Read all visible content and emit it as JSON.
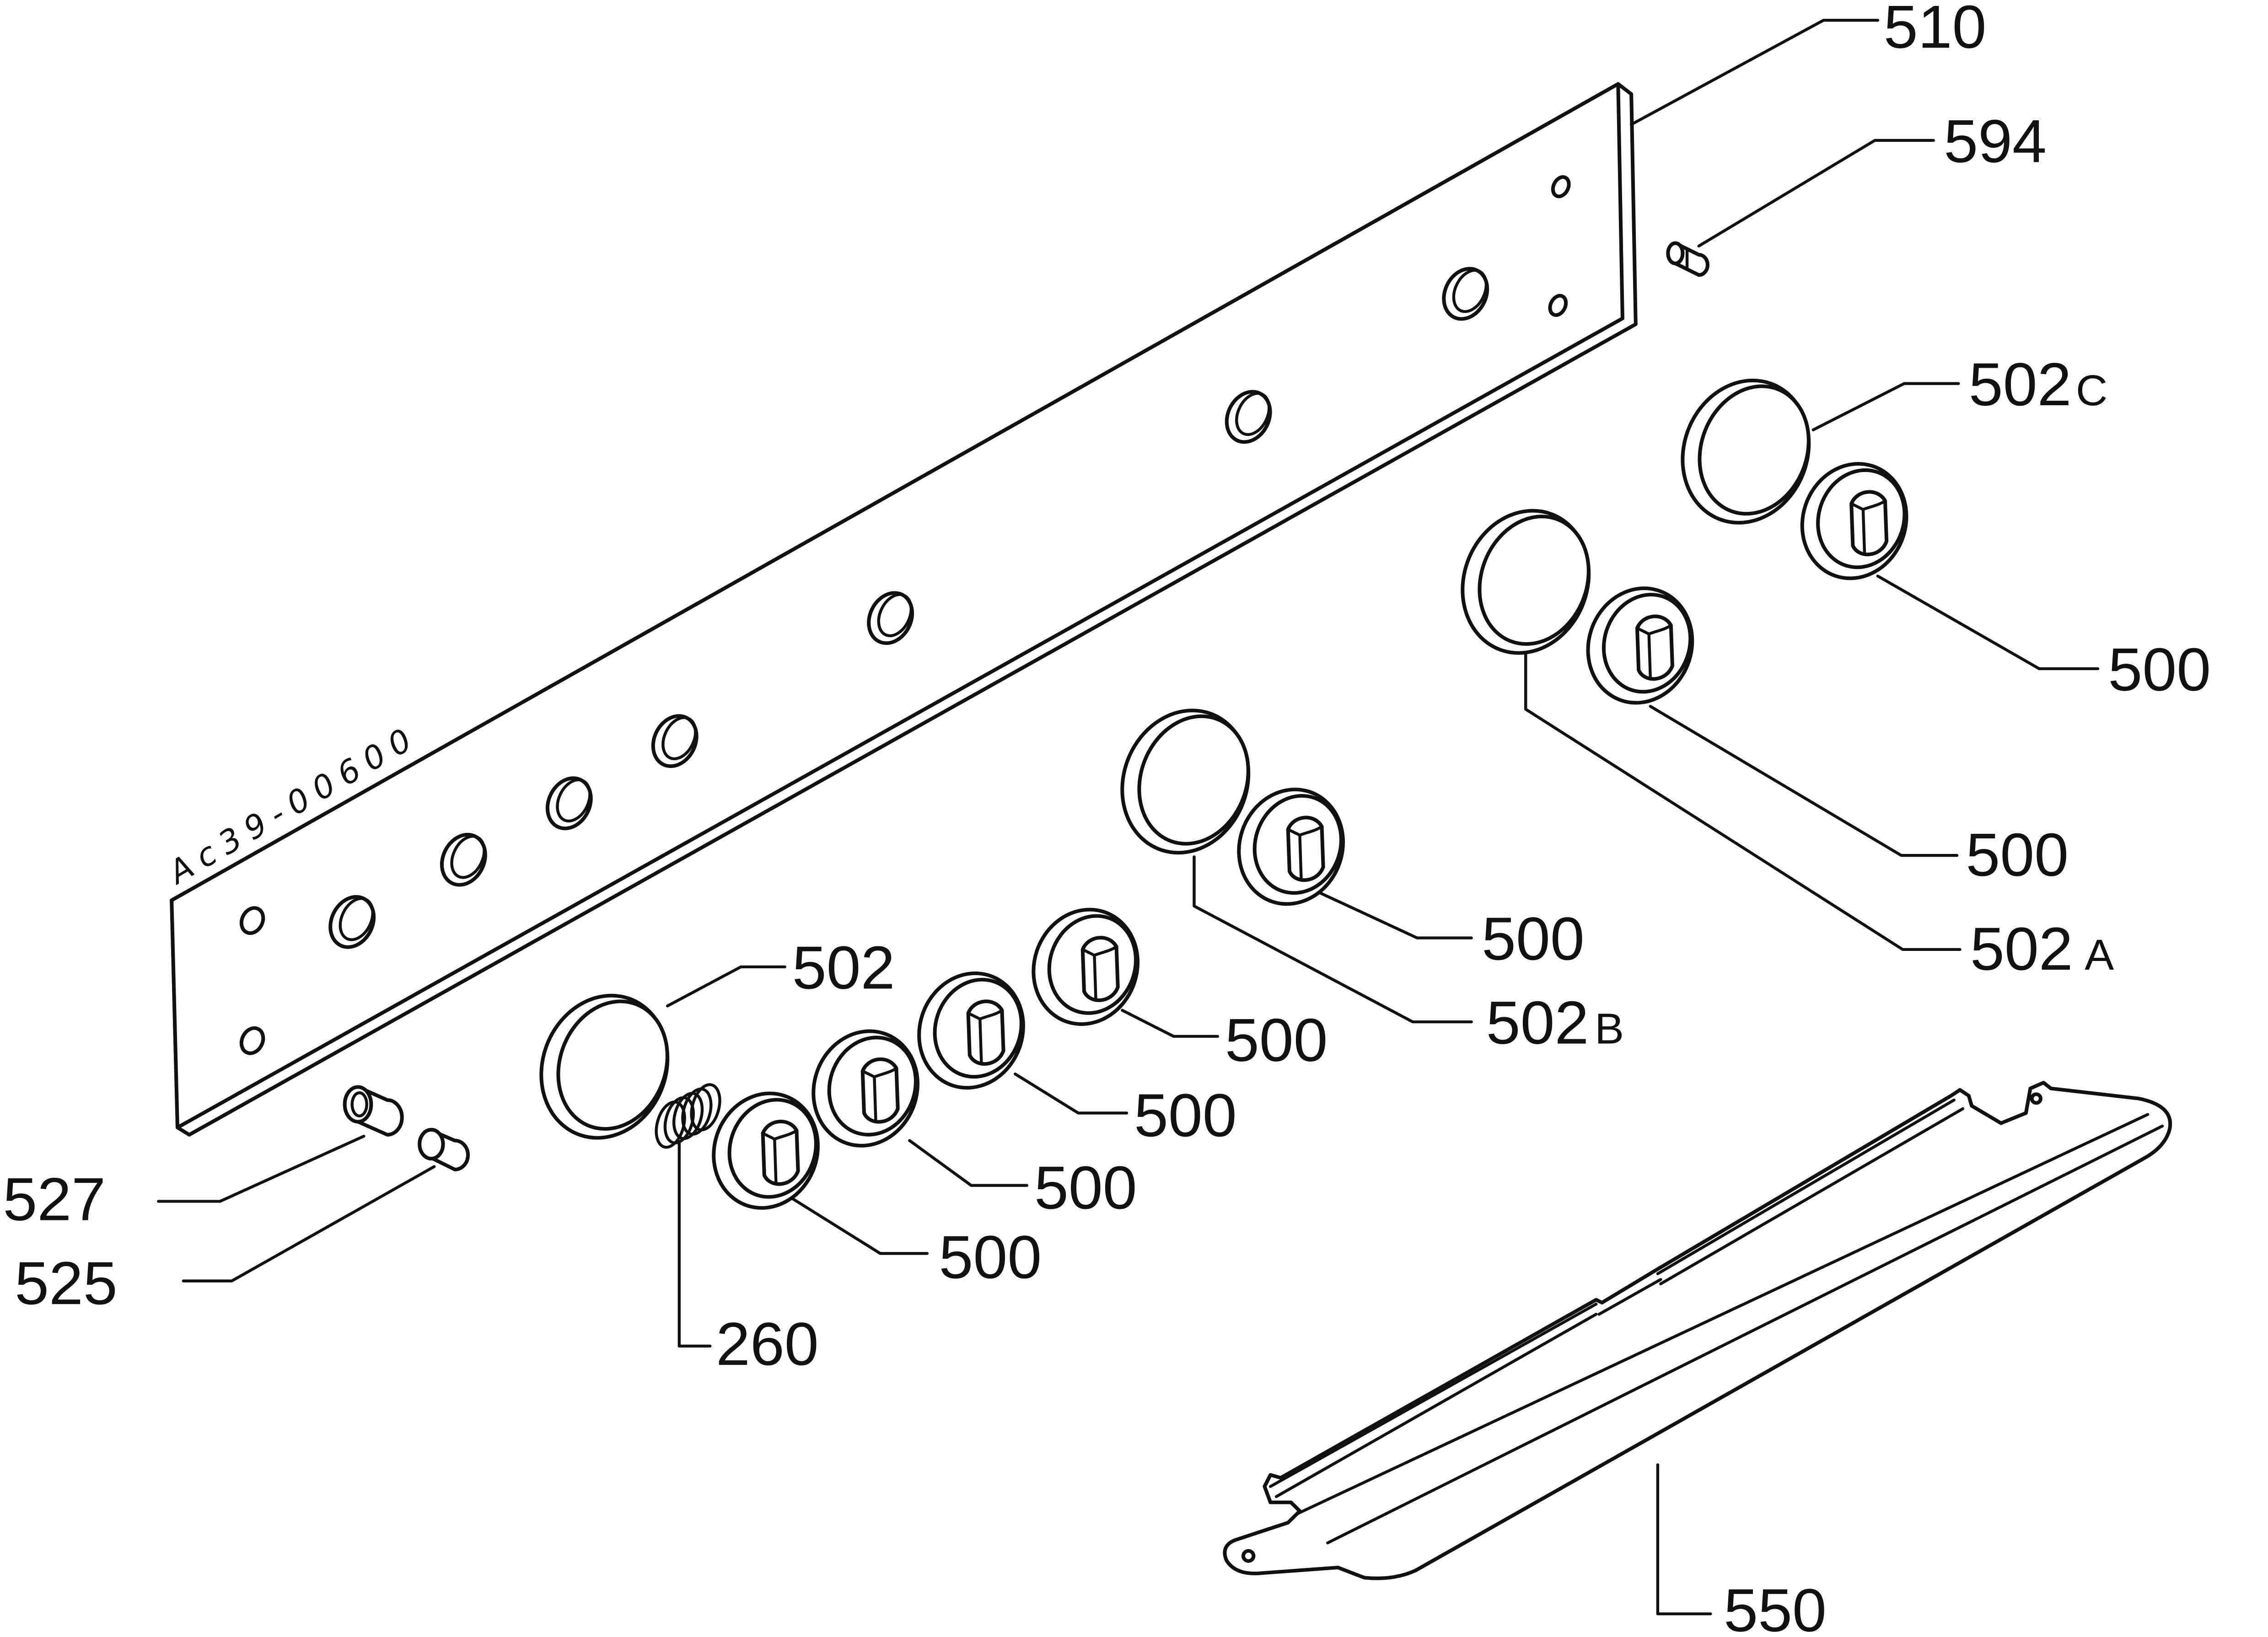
{
  "colors": {
    "line": "#111111",
    "background": "#ffffff"
  },
  "panel_marking": "Ac39-00600",
  "callouts": [
    {
      "number": "510"
    },
    {
      "number": "594"
    },
    {
      "number": "502",
      "suffix": "C"
    },
    {
      "number": "500"
    },
    {
      "number": "500"
    },
    {
      "number": "502",
      "suffix": "A"
    },
    {
      "number": "500"
    },
    {
      "number": "502",
      "suffix": "B"
    },
    {
      "number": "500"
    },
    {
      "number": "500"
    },
    {
      "number": "500"
    },
    {
      "number": "500"
    },
    {
      "number": "502"
    },
    {
      "number": "260"
    },
    {
      "number": "527"
    },
    {
      "number": "525"
    },
    {
      "number": "550"
    }
  ]
}
